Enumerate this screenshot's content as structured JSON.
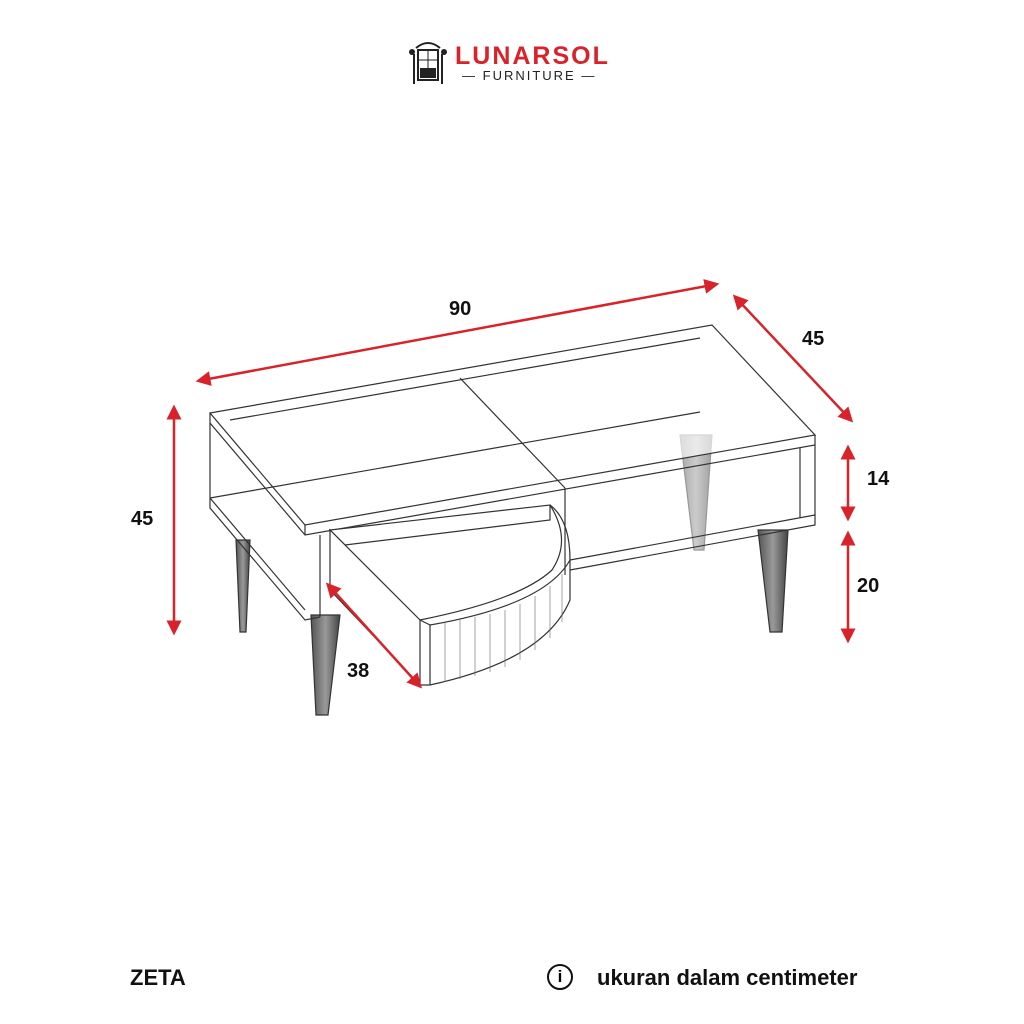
{
  "brand": {
    "name": "LUNARSOL",
    "subtitle": "FURNITURE",
    "color": "#d8232a"
  },
  "dimensions": {
    "width": "90",
    "depth": "45",
    "height": "45",
    "upper_gap": "14",
    "leg_height": "20",
    "drawer": "38"
  },
  "footer": {
    "product_name": "ZETA",
    "info_icon": "i",
    "note": "ukuran dalam centimeter"
  },
  "colors": {
    "arrow": "#d8232a",
    "line": "#333333"
  }
}
